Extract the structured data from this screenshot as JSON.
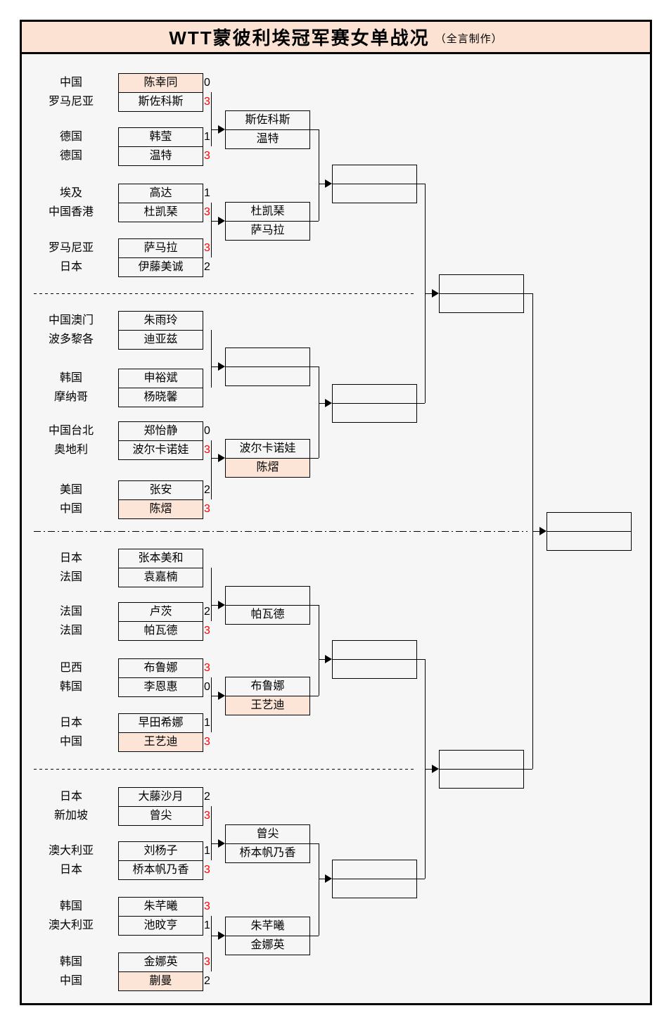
{
  "title": {
    "main": "WTT蒙彼利埃冠军赛女单战况",
    "credit": "（全言制作）"
  },
  "colors": {
    "title_bg": "#FBE2D3",
    "highlight_bg": "#FCE4D6",
    "winner_score": "#FF0000",
    "loser_score": "#000000",
    "line": "#000000",
    "board_bg": "#F6F6F6"
  },
  "matches": [
    {
      "top": {
        "country": "中国",
        "name": "陈幸同",
        "score": "0",
        "winner": false,
        "highlight": true
      },
      "bottom": {
        "country": "罗马尼亚",
        "name": "斯佐科斯",
        "score": "3",
        "winner": true,
        "highlight": false
      }
    },
    {
      "top": {
        "country": "德国",
        "name": "韩莹",
        "score": "1",
        "winner": false,
        "highlight": false
      },
      "bottom": {
        "country": "德国",
        "name": "温特",
        "score": "3",
        "winner": true,
        "highlight": false
      }
    },
    {
      "top": {
        "country": "埃及",
        "name": "高达",
        "score": "1",
        "winner": false,
        "highlight": false
      },
      "bottom": {
        "country": "中国香港",
        "name": "杜凯琹",
        "score": "3",
        "winner": true,
        "highlight": false
      }
    },
    {
      "top": {
        "country": "罗马尼亚",
        "name": "萨马拉",
        "score": "3",
        "winner": true,
        "highlight": false
      },
      "bottom": {
        "country": "日本",
        "name": "伊藤美诚",
        "score": "2",
        "winner": false,
        "highlight": false
      }
    },
    {
      "top": {
        "country": "中国澳门",
        "name": "朱雨玲",
        "score": "",
        "winner": false,
        "highlight": false
      },
      "bottom": {
        "country": "波多黎各",
        "name": "迪亚兹",
        "score": "",
        "winner": false,
        "highlight": false
      }
    },
    {
      "top": {
        "country": "韩国",
        "name": "申裕斌",
        "score": "",
        "winner": false,
        "highlight": false
      },
      "bottom": {
        "country": "摩纳哥",
        "name": "杨晓馨",
        "score": "",
        "winner": false,
        "highlight": false
      }
    },
    {
      "top": {
        "country": "中国台北",
        "name": "郑怡静",
        "score": "0",
        "winner": false,
        "highlight": false
      },
      "bottom": {
        "country": "奥地利",
        "name": "波尔卡诺娃",
        "score": "3",
        "winner": true,
        "highlight": false
      }
    },
    {
      "top": {
        "country": "美国",
        "name": "张安",
        "score": "2",
        "winner": false,
        "highlight": false
      },
      "bottom": {
        "country": "中国",
        "name": "陈熠",
        "score": "3",
        "winner": true,
        "highlight": true
      }
    },
    {
      "top": {
        "country": "日本",
        "name": "张本美和",
        "score": "",
        "winner": false,
        "highlight": false
      },
      "bottom": {
        "country": "法国",
        "name": "袁嘉楠",
        "score": "",
        "winner": false,
        "highlight": false
      }
    },
    {
      "top": {
        "country": "法国",
        "name": "卢茨",
        "score": "2",
        "winner": false,
        "highlight": false
      },
      "bottom": {
        "country": "法国",
        "name": "帕瓦德",
        "score": "3",
        "winner": true,
        "highlight": false
      }
    },
    {
      "top": {
        "country": "巴西",
        "name": "布鲁娜",
        "score": "3",
        "winner": true,
        "highlight": false
      },
      "bottom": {
        "country": "韩国",
        "name": "李恩惠",
        "score": "0",
        "winner": false,
        "highlight": false
      }
    },
    {
      "top": {
        "country": "日本",
        "name": "早田希娜",
        "score": "1",
        "winner": false,
        "highlight": false
      },
      "bottom": {
        "country": "中国",
        "name": "王艺迪",
        "score": "3",
        "winner": true,
        "highlight": true
      }
    },
    {
      "top": {
        "country": "日本",
        "name": "大藤沙月",
        "score": "2",
        "winner": false,
        "highlight": false
      },
      "bottom": {
        "country": "新加坡",
        "name": "曾尖",
        "score": "3",
        "winner": true,
        "highlight": false
      }
    },
    {
      "top": {
        "country": "澳大利亚",
        "name": "刘杨子",
        "score": "1",
        "winner": false,
        "highlight": false
      },
      "bottom": {
        "country": "日本",
        "name": "桥本帆乃香",
        "score": "3",
        "winner": true,
        "highlight": false
      }
    },
    {
      "top": {
        "country": "韩国",
        "name": "朱芊曦",
        "score": "3",
        "winner": true,
        "highlight": false
      },
      "bottom": {
        "country": "澳大利亚",
        "name": "池旼亨",
        "score": "1",
        "winner": false,
        "highlight": false
      }
    },
    {
      "top": {
        "country": "韩国",
        "name": "金娜英",
        "score": "3",
        "winner": true,
        "highlight": false
      },
      "bottom": {
        "country": "中国",
        "name": "蒯曼",
        "score": "2",
        "winner": false,
        "highlight": true
      }
    }
  ],
  "last16": [
    {
      "top": {
        "name": "斯佐科斯",
        "highlight": false
      },
      "bottom": {
        "name": "温特",
        "highlight": false
      }
    },
    {
      "top": {
        "name": "杜凯琹",
        "highlight": false
      },
      "bottom": {
        "name": "萨马拉",
        "highlight": false
      }
    },
    {
      "top": {
        "name": "",
        "highlight": false
      },
      "bottom": {
        "name": "",
        "highlight": false
      }
    },
    {
      "top": {
        "name": "波尔卡诺娃",
        "highlight": false
      },
      "bottom": {
        "name": "陈熠",
        "highlight": true
      }
    },
    {
      "top": {
        "name": "",
        "highlight": false
      },
      "bottom": {
        "name": "帕瓦德",
        "highlight": false
      }
    },
    {
      "top": {
        "name": "布鲁娜",
        "highlight": false
      },
      "bottom": {
        "name": "王艺迪",
        "highlight": true
      }
    },
    {
      "top": {
        "name": "曾尖",
        "highlight": false
      },
      "bottom": {
        "name": "桥本帆乃香",
        "highlight": false
      }
    },
    {
      "top": {
        "name": "朱芊曦",
        "highlight": false
      },
      "bottom": {
        "name": "金娜英",
        "highlight": false
      }
    }
  ]
}
